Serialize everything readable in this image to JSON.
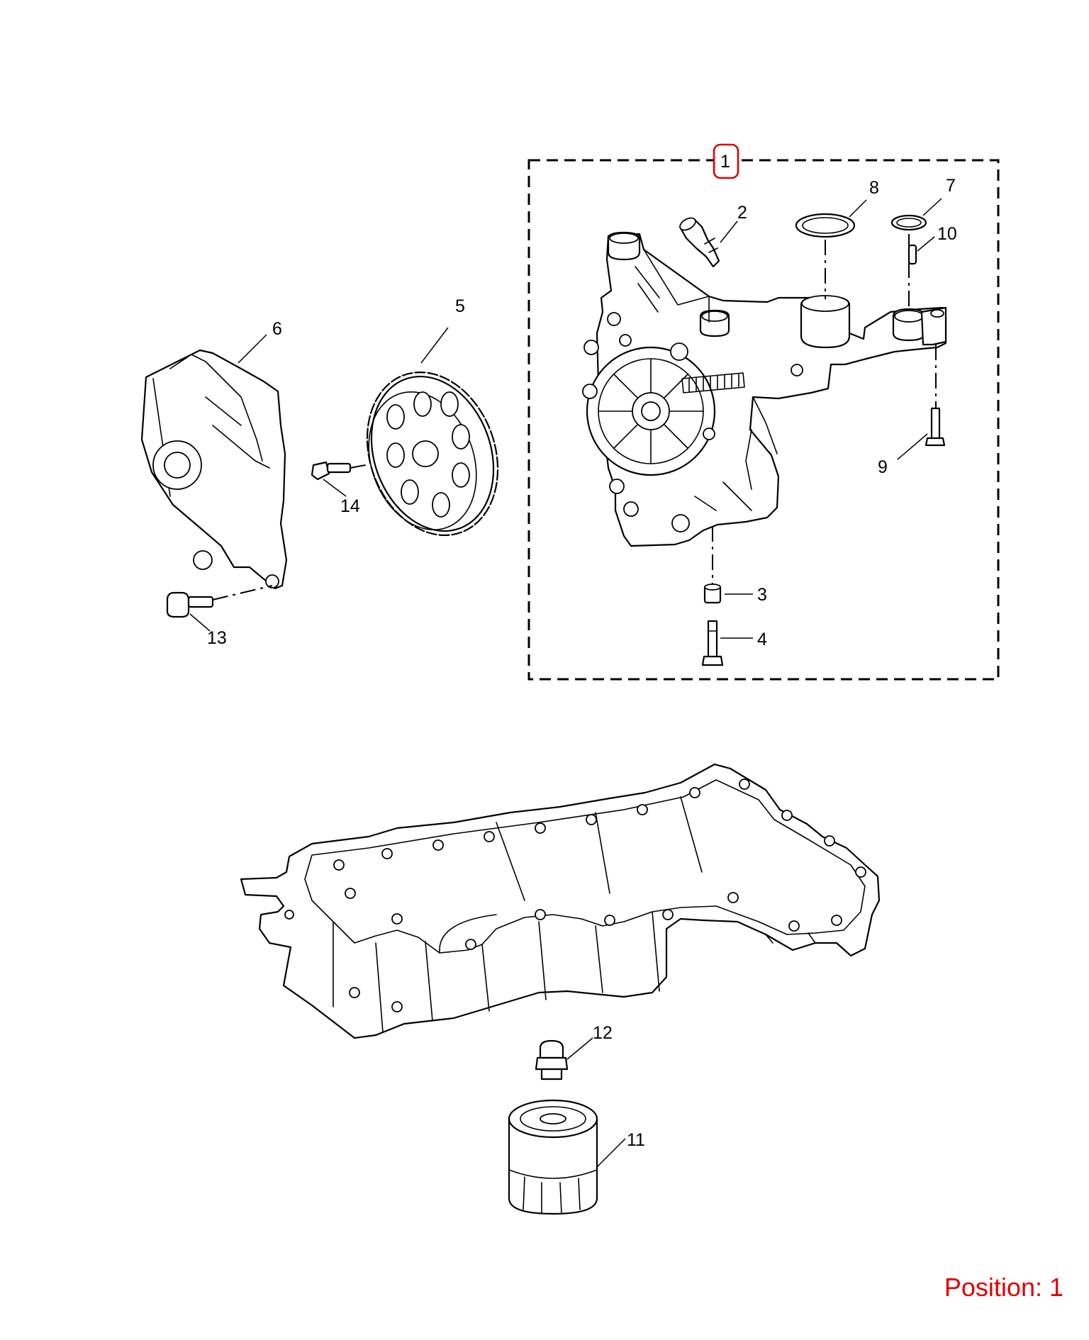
{
  "callouts": {
    "c1": "1",
    "c2": "2",
    "c3": "3",
    "c4": "4",
    "c5": "5",
    "c6": "6",
    "c7": "7",
    "c8": "8",
    "c9": "9",
    "c10": "10",
    "c11": "11",
    "c12": "12",
    "c13": "13",
    "c14": "14"
  },
  "selected_callout": "1",
  "position_text": "Position: 1",
  "colors": {
    "highlight": "#e00000",
    "line": "#000000",
    "background": "#ffffff"
  }
}
